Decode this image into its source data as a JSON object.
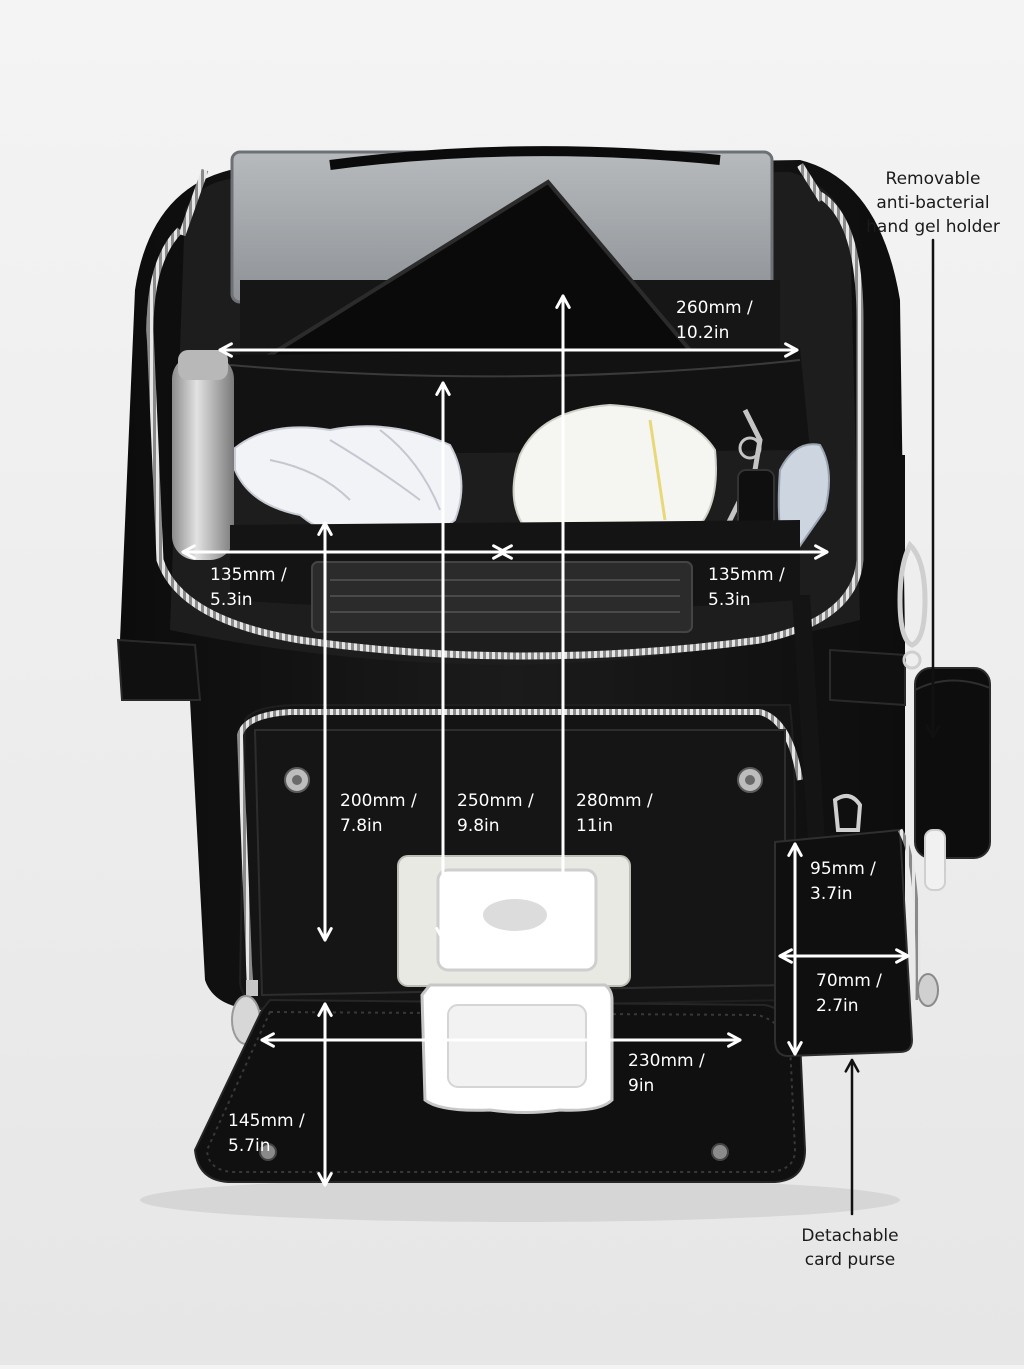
{
  "colors": {
    "background": "#efefef",
    "bag_body": "#121212",
    "bag_interior": "#1c1c1c",
    "zipper": "#c8c8c8",
    "dimension_line": "#ffffff",
    "callout_line": "#111111",
    "laptop": "#9ea2a6",
    "wipes": "#f6f6f6"
  },
  "dimensions": [
    {
      "id": "width-top",
      "line1": "260mm /",
      "line2": "10.2in"
    },
    {
      "id": "pocket-left",
      "line1": "135mm /",
      "line2": "5.3in"
    },
    {
      "id": "pocket-right",
      "line1": "135mm /",
      "line2": "5.3in"
    },
    {
      "id": "height-front",
      "line1": "200mm /",
      "line2": "7.8in"
    },
    {
      "id": "height-inner",
      "line1": "250mm /",
      "line2": "9.8in"
    },
    {
      "id": "height-outer",
      "line1": "280mm /",
      "line2": "11in"
    },
    {
      "id": "flap-width",
      "line1": "230mm /",
      "line2": "9in"
    },
    {
      "id": "flap-height",
      "line1": "145mm /",
      "line2": "5.7in"
    },
    {
      "id": "purse-height",
      "line1": "95mm /",
      "line2": "3.7in"
    },
    {
      "id": "purse-width",
      "line1": "70mm /",
      "line2": "2.7in"
    }
  ],
  "callouts": {
    "gel_holder": [
      "Removable",
      "anti-bacterial",
      "hand gel holder"
    ],
    "card_purse": [
      "Detachable",
      "card purse"
    ]
  },
  "icons": {
    "arrows": "double-headed-arrow-icon",
    "snaps": "magnetic-snap-icon"
  }
}
